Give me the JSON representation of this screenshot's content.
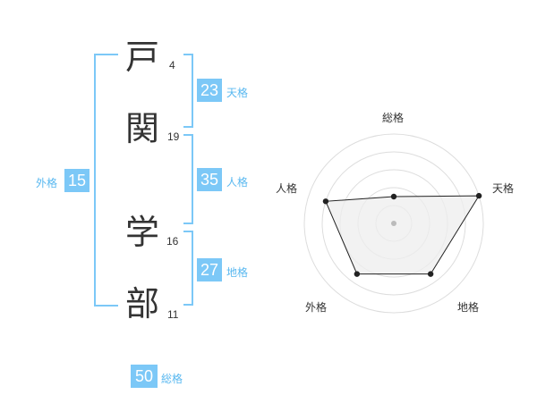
{
  "characters": [
    {
      "char": "戸",
      "strokes": "4"
    },
    {
      "char": "関",
      "strokes": "19"
    },
    {
      "char": "学",
      "strokes": "16"
    },
    {
      "char": "部",
      "strokes": "11"
    }
  ],
  "fortunes": {
    "tenkaku": {
      "value": "23",
      "label": "天格"
    },
    "jinkaku": {
      "value": "35",
      "label": "人格"
    },
    "chikaku": {
      "value": "27",
      "label": "地格"
    },
    "gaikaku": {
      "value": "15",
      "label": "外格"
    },
    "soukaku": {
      "value": "50",
      "label": "総格"
    }
  },
  "radar": {
    "axes": [
      "総格",
      "天格",
      "地格",
      "外格",
      "人格"
    ],
    "values": [
      1.5,
      5,
      3.5,
      3.5,
      4
    ],
    "max": 5,
    "rings": 5,
    "colors": {
      "fill": "#eeeeee",
      "line": "#222222",
      "ring": "#dddddd",
      "center": "#bbbbbb"
    }
  }
}
